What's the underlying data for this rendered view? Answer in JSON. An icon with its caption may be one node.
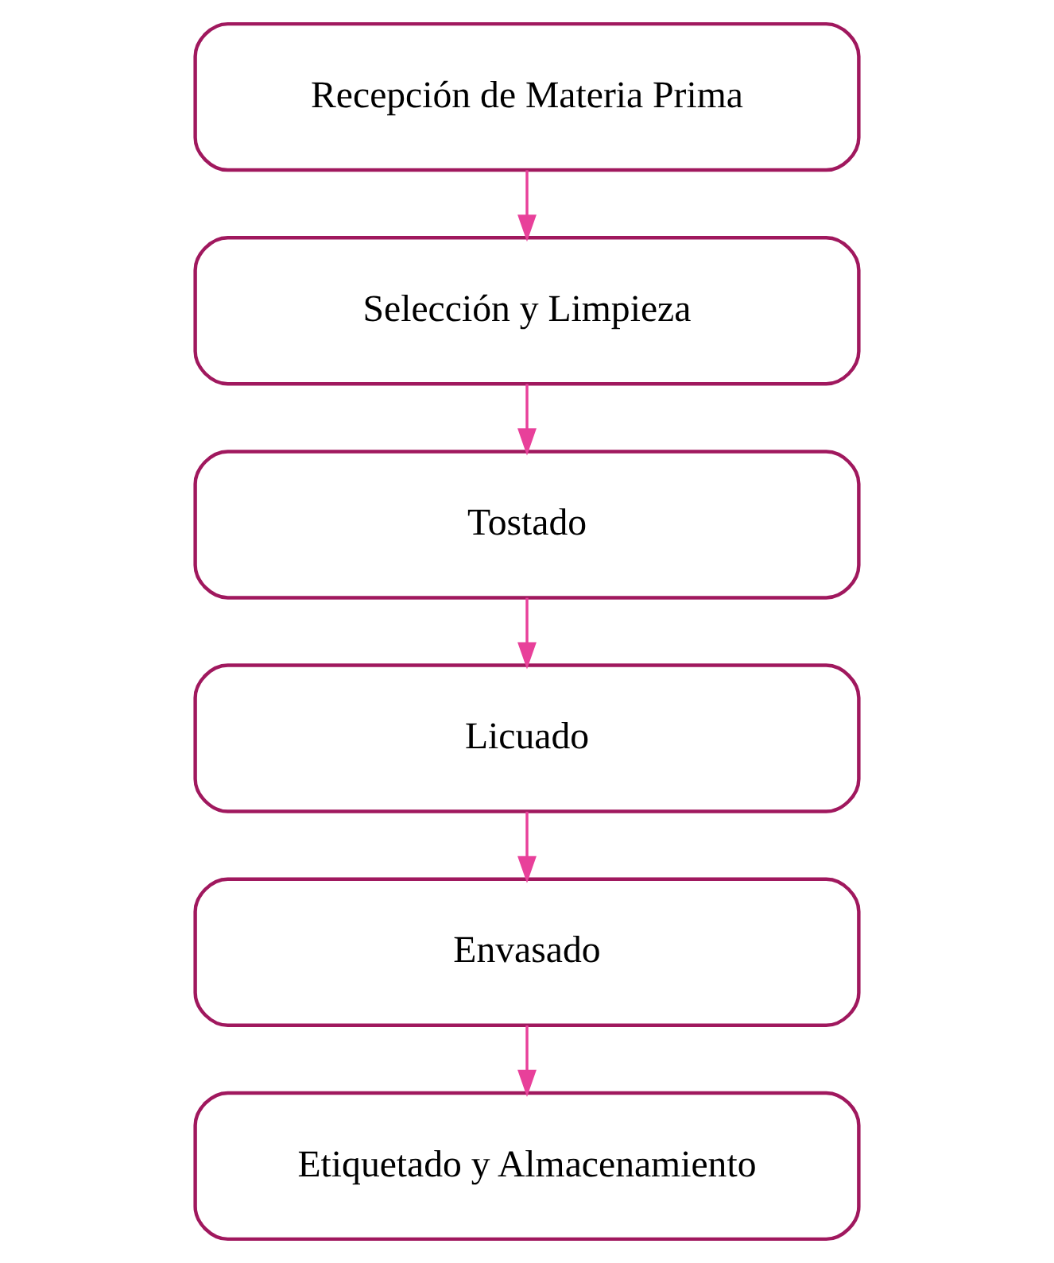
{
  "diagram": {
    "nodes": [
      {
        "text": [
          "Recepción de Materia Prima"
        ]
      },
      {
        "text": [
          "Selección y Limpieza"
        ]
      },
      {
        "text": [
          "Tostado"
        ]
      },
      {
        "text": [
          "Licuado"
        ]
      },
      {
        "text": [
          "Envasado"
        ]
      },
      {
        "text": [
          "Etiquetado y Almacenamiento"
        ]
      }
    ],
    "edges": [
      {
        "from": 0,
        "to": 1,
        "arrow": "to"
      },
      {
        "from": 1,
        "to": 2,
        "arrow": "to"
      },
      {
        "from": 2,
        "to": 3,
        "arrow": "to"
      },
      {
        "from": 3,
        "to": 4,
        "arrow": "to"
      },
      {
        "from": 4,
        "to": 5,
        "arrow": "to"
      }
    ]
  }
}
